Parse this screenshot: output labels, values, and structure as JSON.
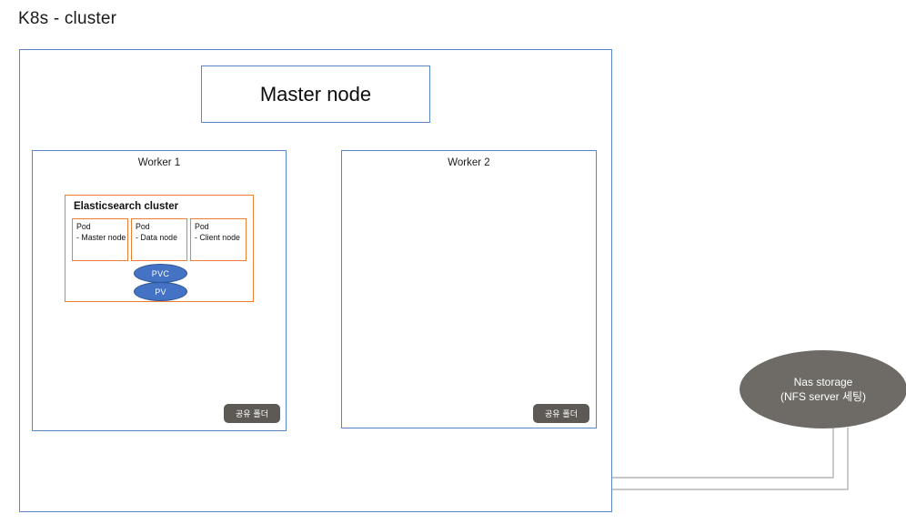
{
  "title": "K8s - cluster",
  "cluster": {
    "master": {
      "label": "Master node"
    },
    "workers": [
      {
        "name": "Worker 1",
        "shared_folder_label": "공유 폴더"
      },
      {
        "name": "Worker 2",
        "shared_folder_label": "공유 폴더"
      }
    ],
    "elasticsearch": {
      "title": "Elasticsearch cluster",
      "pods": [
        {
          "kind": "Pod",
          "role": "- Master node"
        },
        {
          "kind": "Pod",
          "role": "- Data node"
        },
        {
          "kind": "Pod",
          "role": "- Client node"
        }
      ],
      "volumes": [
        {
          "label": "PVC"
        },
        {
          "label": "PV"
        }
      ]
    }
  },
  "storage": {
    "name_prefix": "Nas",
    "name_suffix": " storage",
    "subtitle": "(NFS server 세팅)"
  },
  "colors": {
    "box_blue": "#5b85c9",
    "box_orange": "#ED7D31",
    "volume_blue": "#4472C4",
    "chip_gray": "#5d5954",
    "nas_gray": "#6e6b66",
    "connector_gray": "#a6a6a6"
  }
}
